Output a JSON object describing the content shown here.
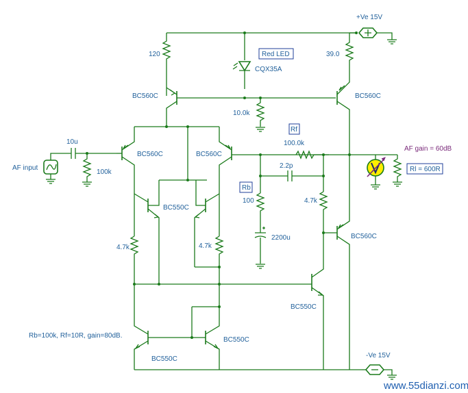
{
  "labels": {
    "vpos": "+Ve 15V",
    "vneg": "-Ve 15V",
    "r_top_left": "120",
    "r_top_right": "39.0",
    "led_box": "Red LED",
    "led_part": "CQX35A",
    "q_top_left": "BC560C",
    "q_top_right": "BC560C",
    "r_led_bias": "10.0k",
    "rf_box": "Rf",
    "r_feedback": "100.0k",
    "af_gain": "AF gain = 60dB",
    "c_input": "10u",
    "af_input": "AF input",
    "r_input": "100k",
    "q_diff_left": "BC560C",
    "q_diff_right": "BC560C",
    "c_comp": "2.2p",
    "rl_box": "Rl = 600R",
    "rb_box": "Rb",
    "r_rb": "100",
    "q_mirror_label": "BC550C",
    "r_mirror_left": "4.7k",
    "r_mirror_right": "4.7k",
    "r_vas": "4.7k",
    "c_bypass": "2200u",
    "q_output": "BC560C",
    "q_vas": "BC550C",
    "note": "Rb=100k, Rf=10R, gain=80dB.",
    "q_bottom_left": "BC550C",
    "q_bottom_right": "BC550C",
    "watermark": "www.55dianzi.com"
  },
  "colors": {
    "wire": "#1a7a1a",
    "label": "#1f5f9a",
    "box": "#1f3f9a",
    "gain_label": "#7a2a7a",
    "meter_fill": "#ffee00",
    "watermark": "#1f5fb0"
  },
  "icons": [
    "battery-source-icon",
    "signal-source-icon",
    "voltmeter-icon",
    "ground-icon",
    "led-icon",
    "transistor-icon",
    "resistor-icon",
    "capacitor-icon"
  ]
}
